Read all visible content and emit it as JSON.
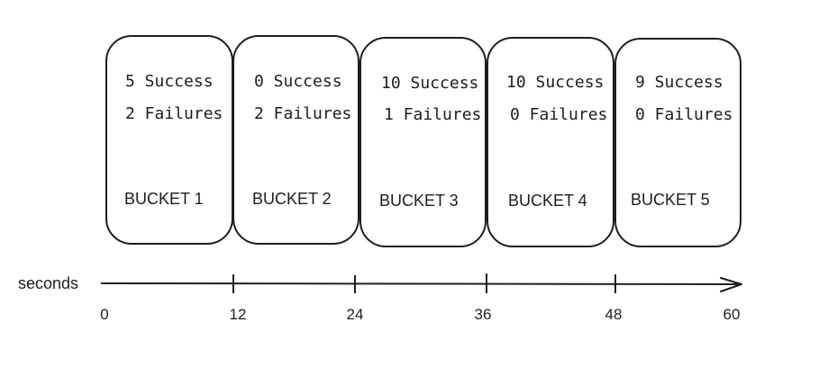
{
  "axis": {
    "label": "seconds",
    "ticks": [
      "0",
      "12",
      "24",
      "36",
      "48",
      "60"
    ]
  },
  "buckets": [
    {
      "success": "5 Success",
      "failures": "2 Failures",
      "name": "BUCKET 1"
    },
    {
      "success": "0 Success",
      "failures": "2 Failures",
      "name": "BUCKET 2"
    },
    {
      "success": "10 Success",
      "failures": "1 Failures",
      "name": "BUCKET 3"
    },
    {
      "success": "10 Success",
      "failures": "0 Failures",
      "name": "BUCKET 4"
    },
    {
      "success": "9 Success",
      "failures": "0 Failures",
      "name": "BUCKET 5"
    }
  ],
  "colors": {
    "stroke": "#1e1e1e",
    "background": "#ffffff"
  }
}
